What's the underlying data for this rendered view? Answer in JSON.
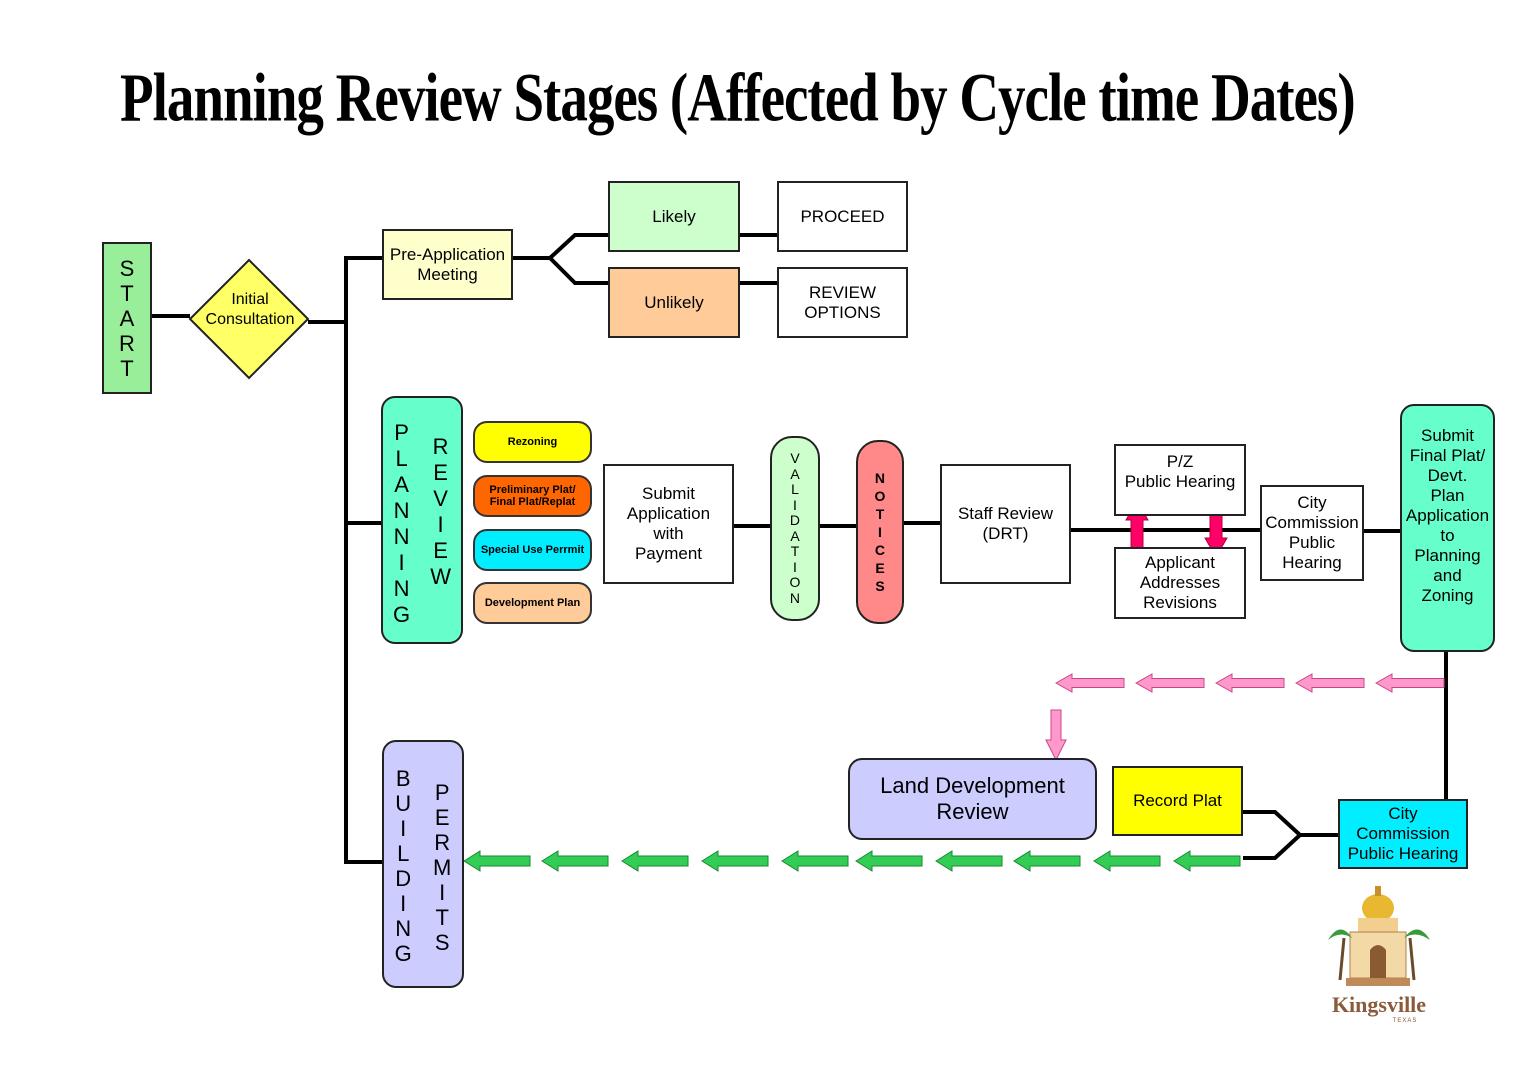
{
  "title": "Planning Review Stages (Affected by Cycle time Dates)",
  "colors": {
    "start": "#99ee99",
    "decision": "#ffff66",
    "pre_app": "#ffffcc",
    "likely": "#ccffcc",
    "unlikely": "#ffcc99",
    "planning_review": "#66ffcc",
    "rezoning": "#ffff00",
    "preliminary": "#ff6600",
    "special_use": "#00eeff",
    "development_plan": "#ffcc99",
    "validation": "#ccffcc",
    "notices": "#ff8888",
    "submit_final": "#66ffcc",
    "land_development": "#ccccff",
    "record_plat": "#ffff00",
    "city_commission_bottom": "#00eeff",
    "building_permits": "#ccccff",
    "pink_arrow": "#ff99cc",
    "green_arrow": "#33cc55",
    "red_arrow": "#ff0066"
  },
  "nodes": {
    "start": "START",
    "initial_consultation": "Initial\nConsultation",
    "pre_application": "Pre-Application\nMeeting",
    "likely": "Likely",
    "unlikely": "Unlikely",
    "proceed": "PROCEED",
    "review_options": "REVIEW\nOPTIONS",
    "planning": "PLANNING",
    "review": "REVIEW",
    "rezoning": "Rezoning",
    "preliminary": "Preliminary Plat/\nFinal Plat/Replat",
    "special_use": "Special Use Perrmit",
    "development_plan": "Development Plan",
    "submit_application": "Submit\nApplication\nwith\nPayment",
    "validation": "VALIDATION",
    "notices": "NOTICES",
    "staff_review": "Staff Review\n(DRT)",
    "pz_hearing": "P/Z\nPublic Hearing",
    "applicant_revisions": "Applicant\nAddresses\nRevisions",
    "city_commission_top": "City\nCommission\nPublic\nHearing",
    "submit_final": "Submit\nFinal Plat/\nDevt.\nPlan\nApplication\nto\nPlanning\nand\nZoning",
    "land_development": "Land Development\nReview",
    "record_plat": "Record Plat",
    "city_commission_bottom": "City\nCommission\nPublic Hearing",
    "building": "BUILDING",
    "permits": "PERMITS"
  },
  "logo": {
    "name": "Kingsville",
    "sub": "TEXAS"
  }
}
